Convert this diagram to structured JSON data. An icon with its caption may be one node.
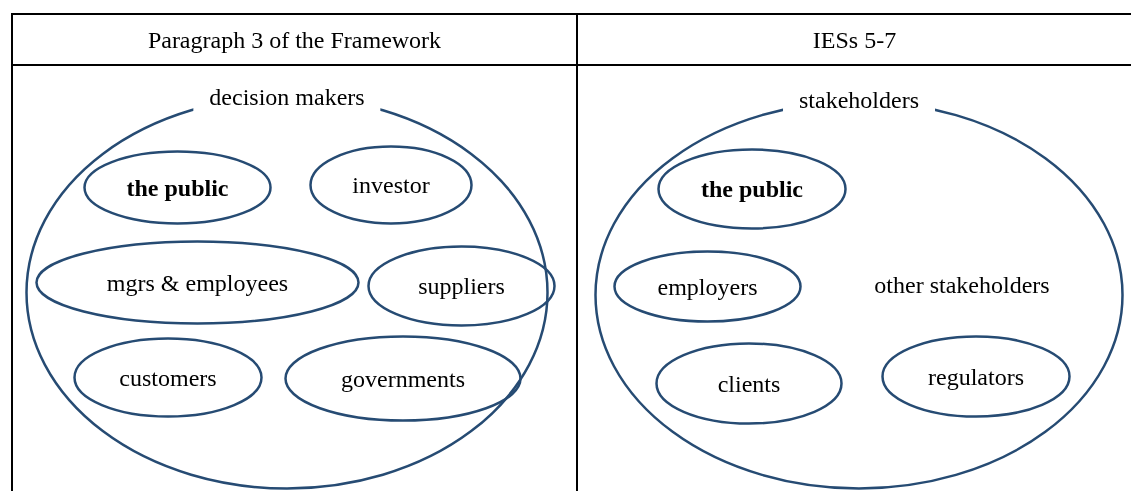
{
  "diagram": {
    "nodes": [
      {
        "text": [
          "decision makers"
        ]
      },
      {
        "text": [
          "**the public**"
        ],
        "in": 0
      },
      {
        "text": [
          "investor"
        ],
        "in": 0
      },
      {
        "text": [
          "mgrs & employees"
        ],
        "in": 0
      },
      {
        "text": [
          "suppliers"
        ],
        "in": 0
      },
      {
        "text": [
          "customers"
        ],
        "in": 0
      },
      {
        "text": [
          "governments"
        ],
        "in": 0
      },
      {
        "text": [
          "stakeholders",
          "other stakeholders"
        ]
      },
      {
        "text": [
          "**the public**"
        ],
        "in": 7
      },
      {
        "text": [
          "employers"
        ],
        "in": 7
      },
      {
        "text": [
          "clients"
        ],
        "in": 7
      },
      {
        "text": [
          "regulators"
        ],
        "in": 7
      }
    ],
    "labels": [
      "Paragraph 3 of the Framework",
      "IESs 5-7"
    ]
  }
}
